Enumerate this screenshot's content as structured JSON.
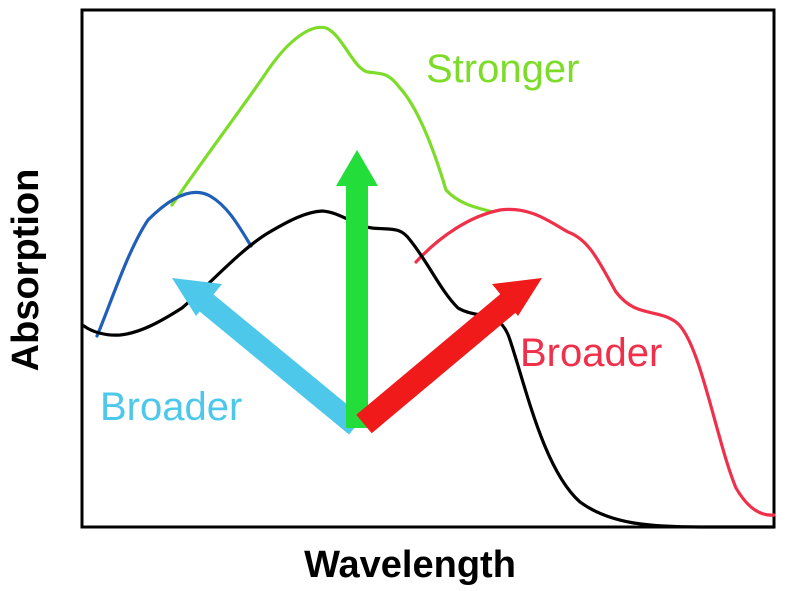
{
  "labels": {
    "x_axis": "Wavelength",
    "y_axis": "Absorption",
    "stronger": "Stronger",
    "broader_left": "Broader",
    "broader_right": "Broader"
  },
  "colors": {
    "original_curve": "#000000",
    "blue_curve": "#1f5fb8",
    "stronger": "#7ddc2a",
    "stronger_arrow": "#22dd3a",
    "broader_left": "#4ec8ea",
    "broader_right": "#f0304a",
    "broader_right_arrow": "#f01a1a"
  }
}
